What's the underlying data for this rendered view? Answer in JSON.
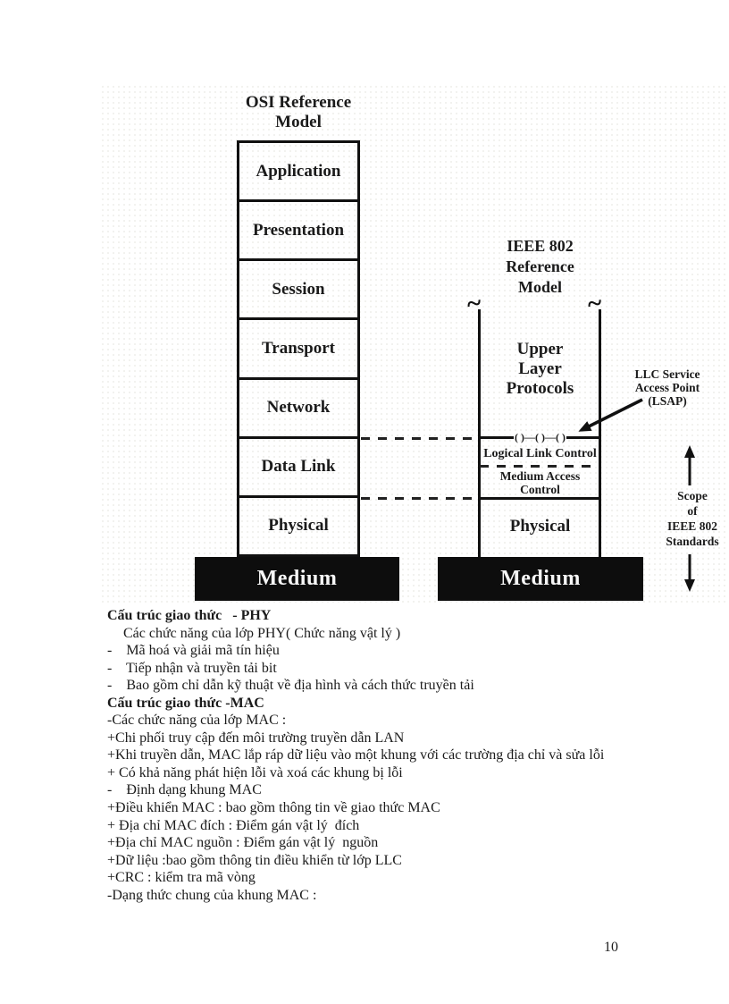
{
  "page": {
    "number": "10"
  },
  "diagram": {
    "osi": {
      "title_lines": [
        "OSI Reference",
        "Model"
      ],
      "layers": [
        "Application",
        "Presentation",
        "Session",
        "Transport",
        "Network",
        "Data Link",
        "Physical"
      ],
      "medium_label": "Medium"
    },
    "ieee": {
      "title_lines": [
        "IEEE 802",
        "Reference",
        "Model"
      ],
      "upper_lines": [
        "Upper",
        "Layer",
        "Protocols"
      ],
      "lsap_symbols": "( )—( )—( )",
      "llc_label": "Logical Link Control",
      "mac_lines": [
        "Medium Access",
        "Control"
      ],
      "physical_label": "Physical",
      "medium_label": "Medium",
      "break_mark": "~"
    },
    "lsap_callout_lines": [
      "LLC Service",
      "Access Point",
      "(LSAP)"
    ],
    "scope_lines": [
      "Scope",
      "of",
      "IEEE 802",
      "Standards"
    ],
    "colors": {
      "ink": "#111111",
      "medium_bg": "#0d0d0d",
      "medium_text": "#f6f6f6"
    }
  },
  "content": {
    "lines": [
      {
        "t": "Cấu trúc giao thức   - PHY"
      },
      {
        "t": "Các chức năng của lớp PHY( Chức năng vật lý )"
      },
      {
        "t": "-    Mã hoá và giải mã tín hiệu"
      },
      {
        "t": "-    Tiếp nhận và truyền tải bit"
      },
      {
        "t": "-    Bao gồm chỉ dẫn kỹ thuật về địa hình và cách thức truyền tải"
      },
      {
        "t": "Cấu trúc giao thức -MAC"
      },
      {
        "t": "-Các chức năng của lớp MAC :"
      },
      {
        "t": "+Chi phối truy cập đến môi trường truyền dẫn LAN"
      },
      {
        "t": "+Khi truyền dẫn, MAC lắp ráp dữ liệu vào một khung với các trường địa chỉ và sửa lỗi"
      },
      {
        "t": "+ Có khả năng phát hiện lỗi và xoá các khung bị lỗi"
      },
      {
        "t": "-    Định dạng khung MAC"
      },
      {
        "t": "+Điều khiển MAC : bao gồm thông tin về giao thức MAC"
      },
      {
        "t": "+ Địa chỉ MAC đích : Điểm gán vật lý  đích"
      },
      {
        "t": "+Địa chỉ MAC nguồn : Điểm gán vật lý  nguồn"
      },
      {
        "t": "+Dữ liệu :bao gồm thông tin điều khiển từ lớp LLC"
      },
      {
        "t": "+CRC : kiểm tra mã vòng"
      },
      {
        "t": "-Dạng thức chung của khung MAC :"
      }
    ]
  }
}
